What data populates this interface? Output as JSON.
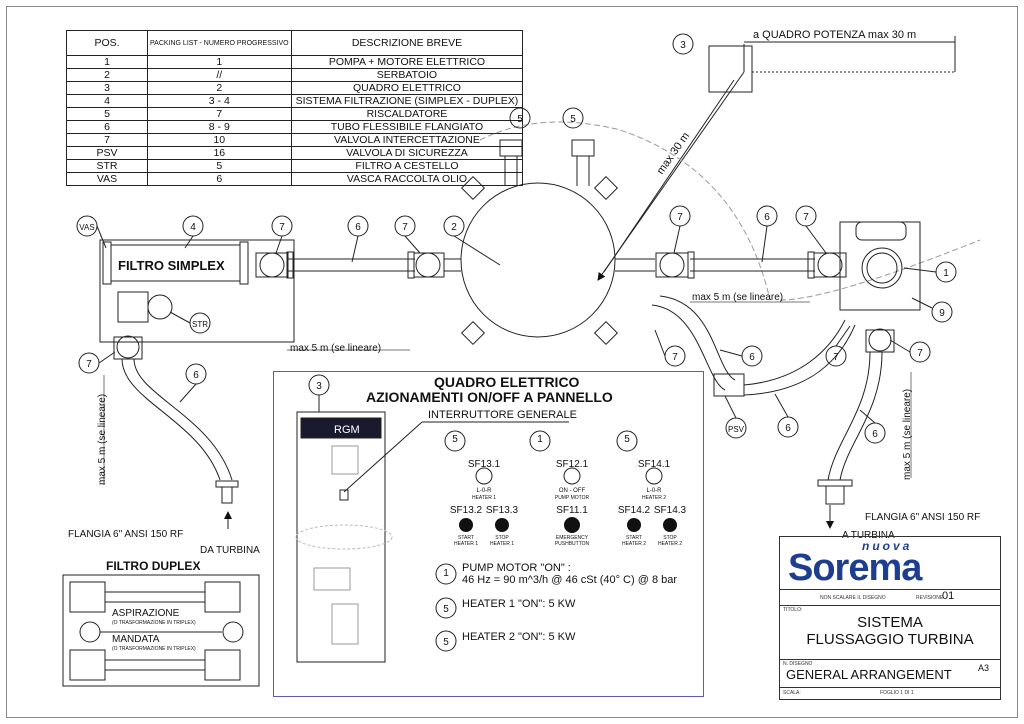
{
  "parts_table": {
    "headers": [
      "POS.",
      "PACKING LIST - NUMERO PROGRESSIVO",
      "DESCRIZIONE BREVE"
    ],
    "rows": [
      [
        "1",
        "1",
        "POMPA + MOTORE ELETTRICO"
      ],
      [
        "2",
        "//",
        "SERBATOIO"
      ],
      [
        "3",
        "2",
        "QUADRO ELETTRICO"
      ],
      [
        "4",
        "3 - 4",
        "SISTEMA FILTRAZIONE (SIMPLEX - DUPLEX)"
      ],
      [
        "5",
        "7",
        "RISCALDATORE"
      ],
      [
        "6",
        "8 - 9",
        "TUBO FLESSIBILE FLANGIATO"
      ],
      [
        "7",
        "10",
        "VALVOLA INTERCETTAZIONE"
      ],
      [
        "PSV",
        "16",
        "VALVOLA DI SICUREZZA"
      ],
      [
        "STR",
        "5",
        "FILTRO A CESTELLO"
      ],
      [
        "VAS",
        "6",
        "VASCA RACCOLTA OLIO"
      ]
    ]
  },
  "callouts": {
    "quadro_potenza": "a QUADRO POTENZA max 30 m",
    "max30": "max 30 m",
    "max5_top_left": "max 5 m (se lineare)",
    "max5_top_right": "max 5 m (se lineare)",
    "max5_left_vert": "max 5 m (se lineare)",
    "max5_right_vert": "max 5 m (se lineare)",
    "filtro_simplex": "FILTRO SIMPLEX",
    "filtro_duplex": "FILTRO DUPLEX",
    "flangia_left": "FLANGIA 6\" ANSI 150 RF",
    "flangia_right": "FLANGIA 6\" ANSI 150 RF",
    "da_turbina": "DA TURBINA",
    "a_turbina": "A TURBINA",
    "aspirazione": "ASPIRAZIONE",
    "aspirazione_note": "(O TRASFORMAZIONE IN TRIPLEX)",
    "mandata": "MANDATA",
    "mandata_note": "(O TRASFORMAZIONE IN TRIPLEX)",
    "vas": "VAS",
    "str": "STR",
    "psv": "PSV",
    "n1": "1",
    "n2": "2",
    "n3": "3",
    "n4": "4",
    "n5": "5",
    "n6": "6",
    "n7": "7",
    "n9": "9"
  },
  "panel": {
    "title1": "QUADRO ELETTRICO",
    "title2": "AZIONAMENTI ON/OFF A PANNELLO",
    "callout_num": "3",
    "interruttore": "INTERRUTTORE GENERALE",
    "brand": "RGM",
    "selectors": [
      {
        "num": "5",
        "code": "SF13.1",
        "pos": "L-0-R",
        "label": "HEATER 1"
      },
      {
        "num": "1",
        "code": "SF12.1",
        "pos": "ON - OFF",
        "label": "PUMP MOTOR"
      },
      {
        "num": "5",
        "code": "SF14.1",
        "pos": "L-0-R",
        "label": "HEATER 2"
      }
    ],
    "buttons": [
      {
        "code": "SF13.2",
        "l1": "START",
        "l2": "HEATER 1"
      },
      {
        "code": "SF13.3",
        "l1": "STOP",
        "l2": "HEATER 1"
      },
      {
        "code": "SF11.1",
        "l1": "EMERGENCY",
        "l2": "PUSHBUTTON"
      },
      {
        "code": "SF14.2",
        "l1": "START",
        "l2": "HEATER 2"
      },
      {
        "code": "SF14.3",
        "l1": "STOP",
        "l2": "HEATER 2"
      }
    ],
    "notes": [
      {
        "num": "1",
        "line1": "PUMP MOTOR \"ON\" :",
        "line2": "46 Hz = 90 m^3/h @ 46 cSt (40° C) @ 8 bar"
      },
      {
        "num": "5",
        "line1": "HEATER 1 \"ON\": 5 KW",
        "line2": ""
      },
      {
        "num": "5",
        "line1": "HEATER 2 \"ON\": 5 KW",
        "line2": ""
      }
    ]
  },
  "title_block": {
    "logo_top": "nuova",
    "logo_main": "Sorema",
    "scale_note": "NON SCALARE IL DISEGNO",
    "revision_label": "REVISIONE",
    "revision": "01",
    "title_label": "TITOLO:",
    "title1": "SISTEMA",
    "title2": "FLUSSAGGIO TURBINA",
    "drawing_label": "N. DISEGNO",
    "drawing": "GENERAL ARRANGEMENT",
    "format": "A3",
    "scale_label": "SCALA:",
    "sheet": "FOGLIO 1 DI 1"
  },
  "colors": {
    "line": "#222222",
    "panel_border": "#5b5bb5",
    "brand_blue": "#1d3d8f"
  }
}
